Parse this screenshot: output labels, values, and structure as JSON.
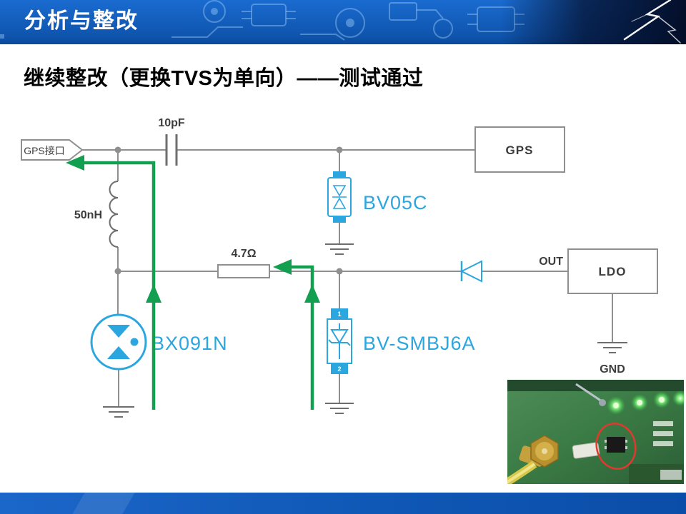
{
  "header": {
    "title": "分析与整改"
  },
  "subtitle": "继续整改（更换TVS为单向）——测试通过",
  "diagram": {
    "gps_port_label": "GPS接口",
    "capacitor_label": "10pF",
    "gps_box_label": "GPS",
    "bv05c_label": "BV05C",
    "inductor_label": "50nH",
    "resistor_label": "4.7Ω",
    "bx091n_label": "BX091N",
    "bv_smbj6a_label": "BV-SMBJ6A",
    "pin1_label": "1",
    "pin2_label": "2",
    "out_label": "OUT",
    "ldo_box_label": "LDO",
    "gnd_label": "GND"
  },
  "colors": {
    "header_blue": "#0f55ae",
    "component_blue": "#2BA6DF",
    "arrow_green": "#12A050",
    "wire_gray": "#8f8f8f",
    "annotation_red": "#E03A2F"
  }
}
